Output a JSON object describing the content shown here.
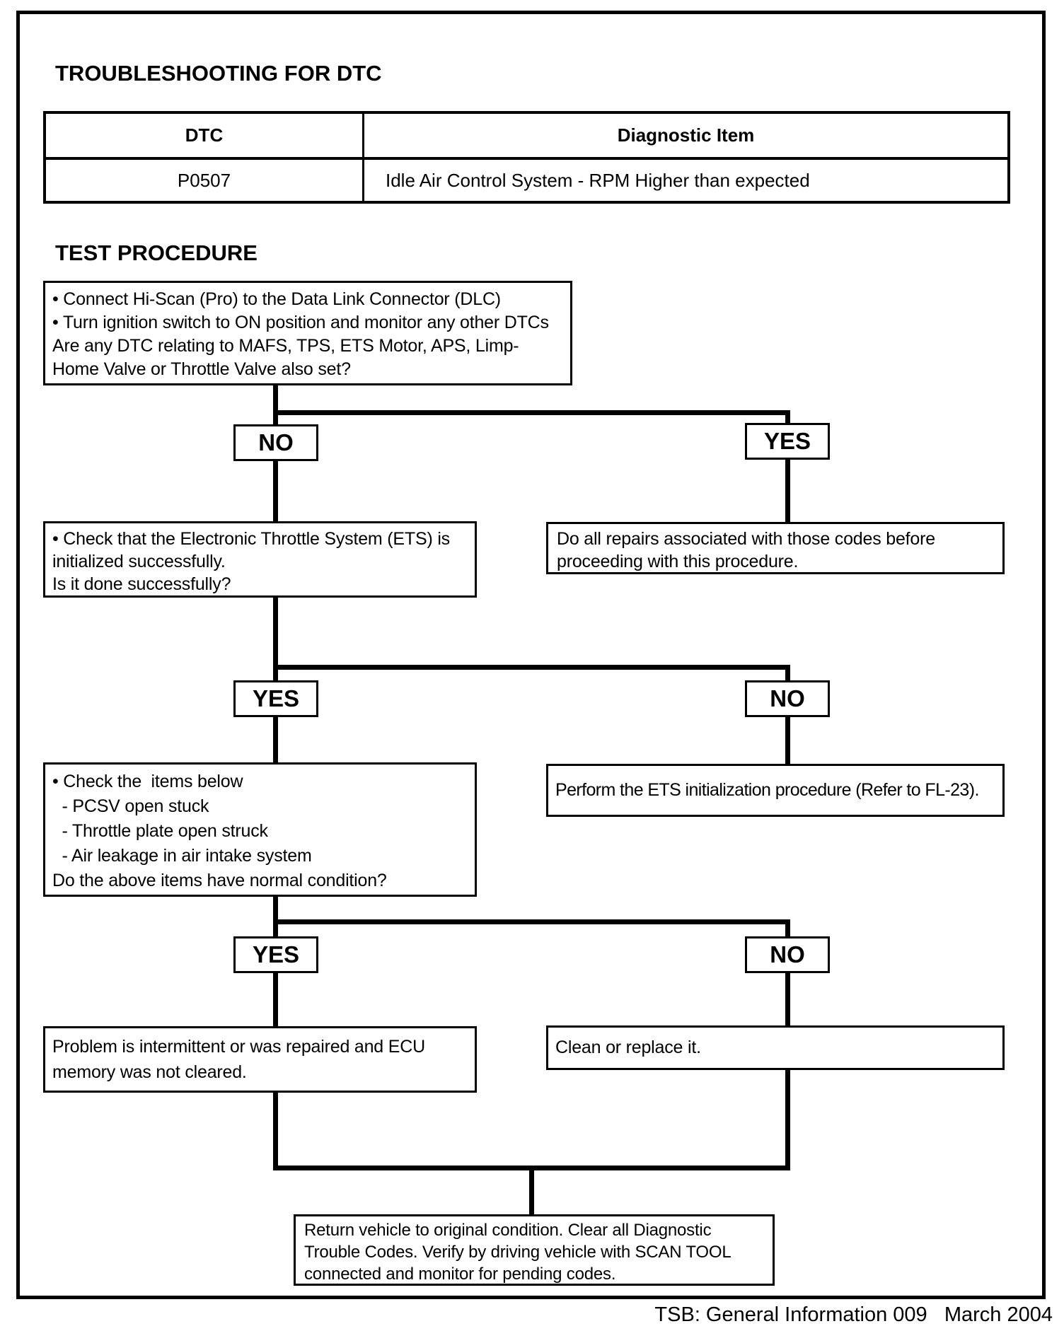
{
  "page": {
    "title": "TROUBLESHOOTING FOR DTC",
    "section_heading": "TEST PROCEDURE",
    "footer": "TSB: General Information 009   March 2004"
  },
  "dtc_table": {
    "headers": [
      "DTC",
      "Diagnostic Item"
    ],
    "row": {
      "dtc": "P0507",
      "diagnostic_item": "Idle Air Control System - RPM Higher than expected"
    }
  },
  "flowchart": {
    "start_box": "• Connect Hi-Scan (Pro) to the Data Link Connector (DLC)\n• Turn ignition switch to ON position and monitor any other DTCs\nAre any DTC relating to MAFS, TPS, ETS Motor, APS, Limp-\nHome Valve or Throttle Valve also set?",
    "decision1": {
      "left_label": "NO",
      "right_label": "YES"
    },
    "left_box1": "• Check that the Electronic Throttle System (ETS) is\ninitialized successfully.\nIs it done successfully?",
    "right_box1": "Do all repairs associated with those codes before\nproceeding with this procedure.",
    "decision2": {
      "left_label": "YES",
      "right_label": "NO"
    },
    "left_box2": "• Check the  items below\n  - PCSV open stuck\n  - Throttle plate open struck\n  - Air leakage in air intake system\nDo the above items have normal condition?",
    "right_box2": "Perform the ETS initialization procedure (Refer to FL-23).",
    "decision3": {
      "left_label": "YES",
      "right_label": "NO"
    },
    "left_box3": "Problem is intermittent or was repaired and ECU\nmemory was not cleared.",
    "right_box3": "Clean or replace it.",
    "end_box": "Return vehicle to original condition. Clear all Diagnostic\nTrouble Codes. Verify by driving vehicle with SCAN TOOL\nconnected and monitor for pending codes."
  }
}
